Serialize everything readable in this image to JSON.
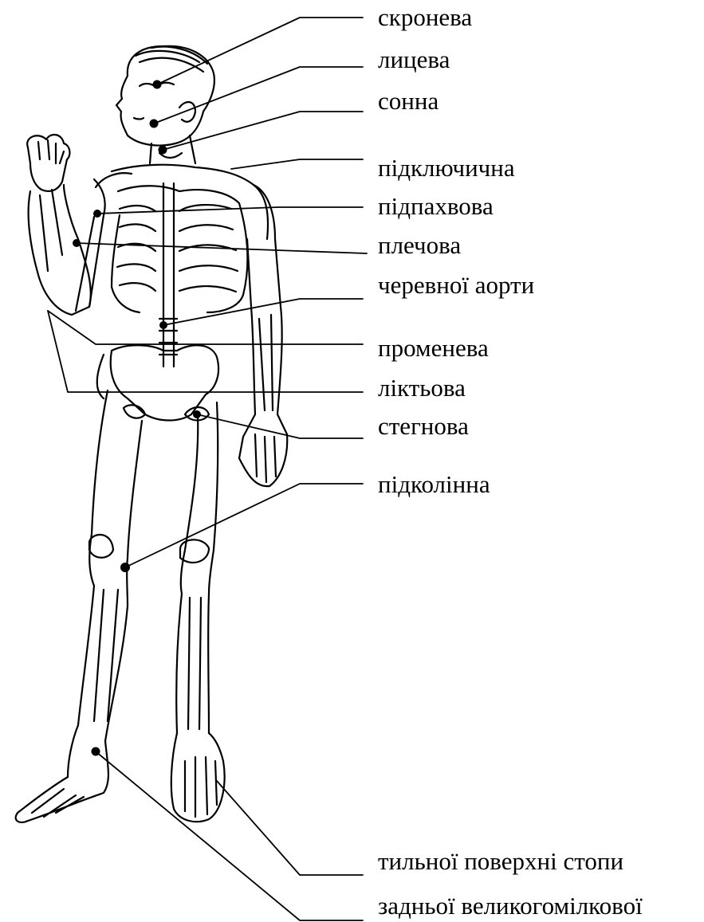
{
  "diagram": {
    "labels": [
      {
        "id": "temporal",
        "text": "скронева"
      },
      {
        "id": "facial",
        "text": "лицева"
      },
      {
        "id": "carotid",
        "text": "сонна"
      },
      {
        "id": "subclavian",
        "text": "підключична"
      },
      {
        "id": "axillary",
        "text": "підпахвова"
      },
      {
        "id": "brachial",
        "text": "плечова"
      },
      {
        "id": "aorta",
        "text": "черевної аорти"
      },
      {
        "id": "radial",
        "text": "променева"
      },
      {
        "id": "ulnar",
        "text": "ліктьова"
      },
      {
        "id": "femoral",
        "text": "стегнова"
      },
      {
        "id": "popliteal",
        "text": "підколінна"
      },
      {
        "id": "dorsalis",
        "text": "тильної поверхні стопи"
      },
      {
        "id": "tibial",
        "text": "задньої великогомілкової"
      }
    ]
  }
}
